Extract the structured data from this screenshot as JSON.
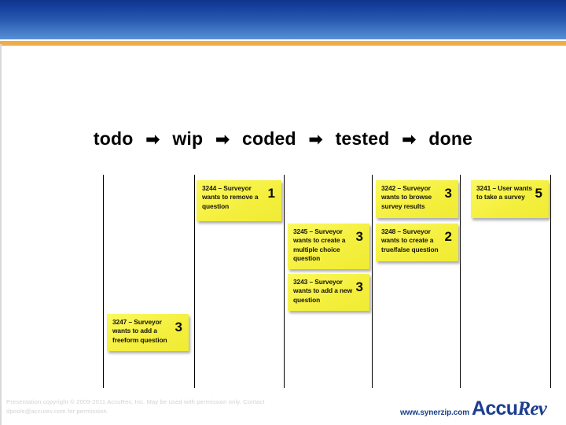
{
  "slide": {
    "header_band_color": "#16409e",
    "accent_bar_color": "#eeac4b"
  },
  "workflow": {
    "arrow_glyph": "➡",
    "stages": [
      {
        "label": "todo"
      },
      {
        "label": "wip"
      },
      {
        "label": "coded"
      },
      {
        "label": "tested"
      },
      {
        "label": "done"
      }
    ]
  },
  "board": {
    "card_color": "#f7f24a",
    "columns": [
      {
        "stage": "todo",
        "cards": []
      },
      {
        "stage": "wip",
        "cards": [
          {
            "title": "3247 – Surveyor wants to add a freeform question",
            "points": "3"
          }
        ]
      },
      {
        "stage": "coded",
        "cards": [
          {
            "title": "3244 – Surveyor wants to remove a question",
            "points": "1"
          }
        ]
      },
      {
        "stage": "tested",
        "cards": [
          {
            "title": "3245 – Surveyor wants to create a multiple choice question",
            "points": "3"
          },
          {
            "title": "3243 – Surveyor wants to add a new question",
            "points": "3"
          }
        ]
      },
      {
        "stage": "done",
        "cards": [
          {
            "title": "3242 – Surveyor wants to browse survey results",
            "points": "3"
          },
          {
            "title": "3248 – Surveyor wants to create a true/false question",
            "points": "2"
          },
          {
            "title": "3241 – User wants to take a survey",
            "points": "5"
          }
        ]
      }
    ],
    "all_cards": [
      {
        "title": "3244 – Surveyor wants to remove a question",
        "points": "1"
      },
      {
        "title": "3245 – Surveyor wants to create a multiple choice question",
        "points": "3"
      },
      {
        "title": "3243 – Surveyor wants to add a new question",
        "points": "3"
      },
      {
        "title": "3247 – Surveyor wants to add a freeform question",
        "points": "3"
      },
      {
        "title": "3242 – Surveyor wants to browse survey results",
        "points": "3"
      },
      {
        "title": "3248 – Surveyor wants to create a true/false question",
        "points": "2"
      },
      {
        "title": "3241 – User wants to take a survey",
        "points": "5"
      }
    ]
  },
  "footer": {
    "copyright": "Presentation copyright © 2009-2011 AccuRev, Inc. May be used with permission only. Contact dpoole@accurev.com for permission.",
    "url": "www.synerzip.com",
    "logo_accu": "Accu",
    "logo_rev": "Rev"
  }
}
